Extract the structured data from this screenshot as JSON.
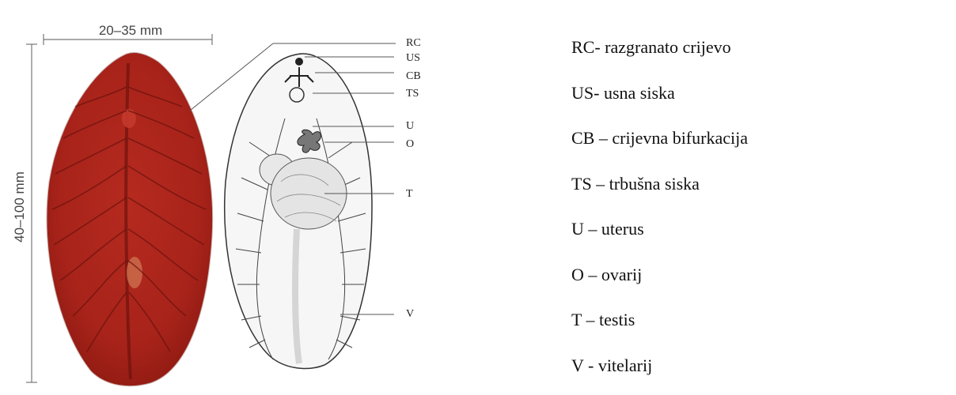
{
  "dimensions": {
    "width_label": "20–35 mm",
    "length_label": "40–100 mm"
  },
  "callouts": [
    "RC",
    "US",
    "CB",
    "TS",
    "U",
    "O",
    "T",
    "V"
  ],
  "legend": [
    "RC- razgranato crijevo",
    "US- usna siska",
    "CB – crijevna bifurkacija",
    "TS – trbušna siska",
    "U – uterus",
    "O – ovarij",
    "T – testis",
    "V - vitelarij"
  ],
  "colors": {
    "specimen_red": "#a8231a",
    "specimen_dark": "#6d130d",
    "line": "#555555"
  }
}
